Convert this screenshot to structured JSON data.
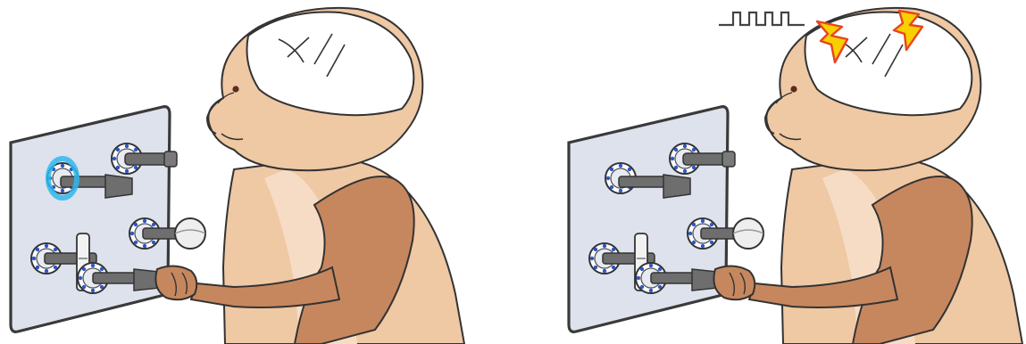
{
  "panels": [
    {
      "id": "left",
      "highlighted_handle": "top-left",
      "stimulation": false
    },
    {
      "id": "right",
      "highlighted_handle": "none",
      "stimulation": true
    }
  ],
  "colors": {
    "skin": "#efc8a4",
    "skin_light": "#f6dcc4",
    "fur_dark": "#c7875e",
    "brain": "#ffffff",
    "board": "#dde2ec",
    "board_stroke": "#3a3a3a",
    "ring_blue": "#2f56c8",
    "highlight": "#2fb8ee",
    "lightning_fill": "#f8d000",
    "lightning_stroke": "#e8431e",
    "signal": "#444444"
  },
  "icons": [
    "monkey",
    "manipulandum-board",
    "brain",
    "lightning-bolt",
    "pulse-train"
  ]
}
